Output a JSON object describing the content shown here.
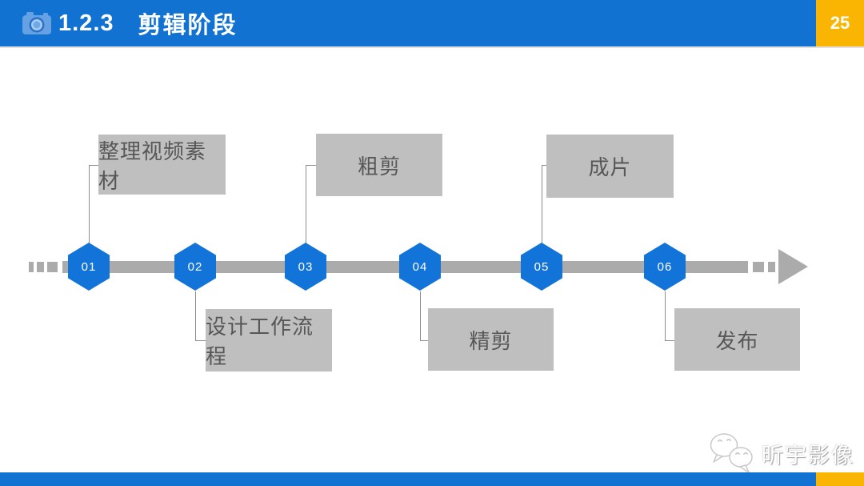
{
  "header": {
    "section_number": "1.2.3",
    "title": "剪辑阶段",
    "page_number": "25",
    "bar_color": "#1272D2",
    "page_badge_color": "#F9B501"
  },
  "timeline": {
    "bar_color": "#ABABAB",
    "node_color": "#1274D8",
    "box_color": "#BFBFBF",
    "box_text_color": "#575757",
    "nodes": [
      {
        "number": "01",
        "label": "整理视频素材",
        "label_position": "above"
      },
      {
        "number": "02",
        "label": "设计工作流程",
        "label_position": "below"
      },
      {
        "number": "03",
        "label": "粗剪",
        "label_position": "above"
      },
      {
        "number": "04",
        "label": "精剪",
        "label_position": "below"
      },
      {
        "number": "05",
        "label": "成片",
        "label_position": "above"
      },
      {
        "number": "06",
        "label": "发布",
        "label_position": "below"
      }
    ]
  },
  "watermark": {
    "text": "昕宇影像",
    "icon": "wechat-chat-bubbles-icon"
  },
  "footer": {
    "bar_color": "#1272D2",
    "accent_color": "#F9B501"
  }
}
